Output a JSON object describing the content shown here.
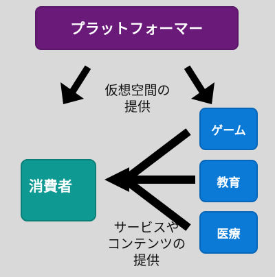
{
  "platform": {
    "label": "プラットフォーマー"
  },
  "consumer": {
    "label": "消費者"
  },
  "services": [
    {
      "label": "ゲーム"
    },
    {
      "label": "教育"
    },
    {
      "label": "医療"
    }
  ],
  "virtual_space_label": {
    "line1": "仮想空間の",
    "line2": "提供"
  },
  "content_service_label": {
    "line1": "サービスや",
    "line2": "コンテンツの",
    "line3": "提供"
  },
  "colors": {
    "background": "#d9d9d9",
    "platform": "#6a1b7a",
    "consumer": "#0e9a92",
    "service": "#0a7ad6",
    "arrow": "#000000"
  }
}
